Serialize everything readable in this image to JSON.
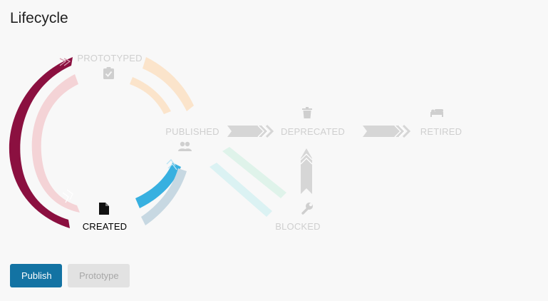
{
  "page": {
    "title": "Lifecycle"
  },
  "states": {
    "prototyped": "PROTOTYPED",
    "published": "PUBLISHED",
    "deprecated": "DEPRECATED",
    "retired": "RETIRED",
    "created": "CREATED",
    "blocked": "BLOCKED"
  },
  "current_state": "CREATED",
  "actions": {
    "publish": "Publish",
    "prototype": "Prototype"
  },
  "colors": {
    "created_to_prototyped": "#8b1040",
    "prototyped_to_created": "#f4d3d6",
    "prototyped_to_published": "#fbe4cb",
    "created_to_published": "#38b0e0",
    "published_to_created": "#c7d8e2",
    "published_to_blocked": "#dbf2f3",
    "blocked_to_published": "#dff3ea",
    "published_to_deprecated": "#d6d6d6",
    "deprecated_to_retired": "#d6d6d6",
    "blocked_to_deprecated": "#d6d6d6",
    "primary_button": "#1373a3"
  }
}
